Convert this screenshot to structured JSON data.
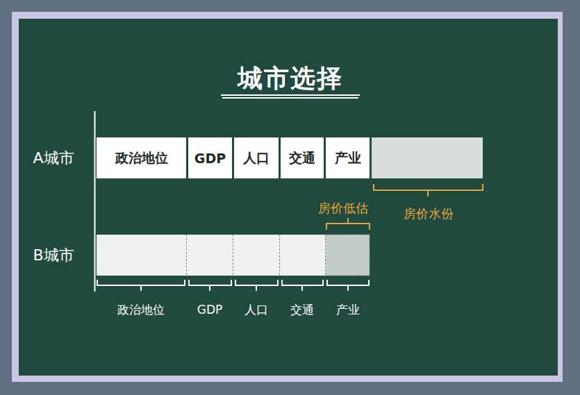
{
  "diagram": {
    "title": "城市选择",
    "nodes": [
      {
        "text": [
          "政治地位"
        ]
      },
      {
        "text": [
          "GDP"
        ]
      },
      {
        "text": [
          "人口"
        ]
      },
      {
        "text": [
          "交通"
        ]
      },
      {
        "text": [
          "产业"
        ]
      }
    ],
    "labels": [
      "A城市",
      "房价低估",
      "房价水份",
      "B城市",
      "政治地位",
      "GDP",
      "人口",
      "交通",
      "产业"
    ]
  }
}
